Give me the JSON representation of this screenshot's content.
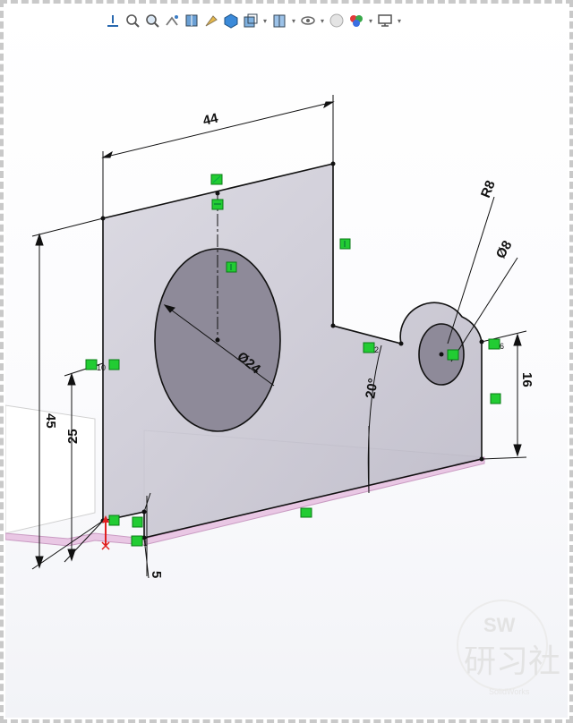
{
  "toolbar": {
    "icons": [
      "view-orientation-icon",
      "zoom-to-fit-icon",
      "zoom-to-area-icon",
      "previous-view-icon",
      "section-view-icon",
      "dynamic-annotation-icon",
      "view-3d-icon",
      "display-style-icon",
      "hide-show-items-icon",
      "edit-appearance-icon",
      "apply-scene-icon",
      "view-settings-icon"
    ]
  },
  "dimensions": {
    "width": "44",
    "height": "45",
    "hole_height": "25",
    "thickness": "5",
    "boss_height": "16",
    "angle": "20°",
    "big_hole": "Ø24",
    "small_hole": "Ø8",
    "boss_radius": "R8"
  },
  "relations": {
    "midpoint_label": "1",
    "tangent_label": "2",
    "concentric_label": "10",
    "concentric_label2": "6"
  },
  "watermark": {
    "brand": "SW",
    "chinese": "研习社",
    "small": "SolidWorks"
  },
  "colors": {
    "relation_green": "#22cc33",
    "plate_fill": "#c8c5d0",
    "hole_fill": "#8e8a99",
    "base_edge": "#d9a8d4"
  }
}
